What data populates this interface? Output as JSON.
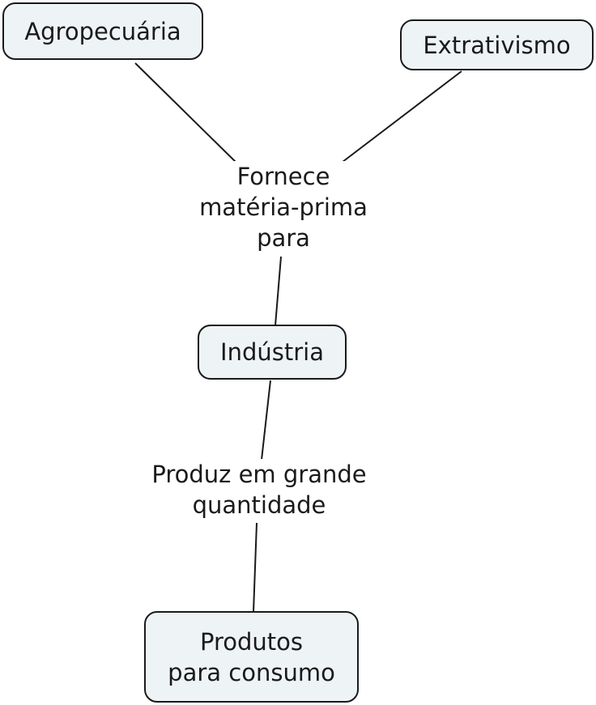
{
  "nodes": {
    "agropecuaria": "Agropecuária",
    "extrativismo": "Extrativismo",
    "industria": "Indústria",
    "produtos": [
      "Produtos",
      "para consumo"
    ]
  },
  "links": {
    "fornece": [
      "Fornece",
      "matéria-prima",
      "para"
    ],
    "produz": [
      "Produz em grande",
      "quantidade"
    ]
  },
  "colors": {
    "node_fill": "#eef3f6",
    "stroke": "#1a1a1a"
  }
}
